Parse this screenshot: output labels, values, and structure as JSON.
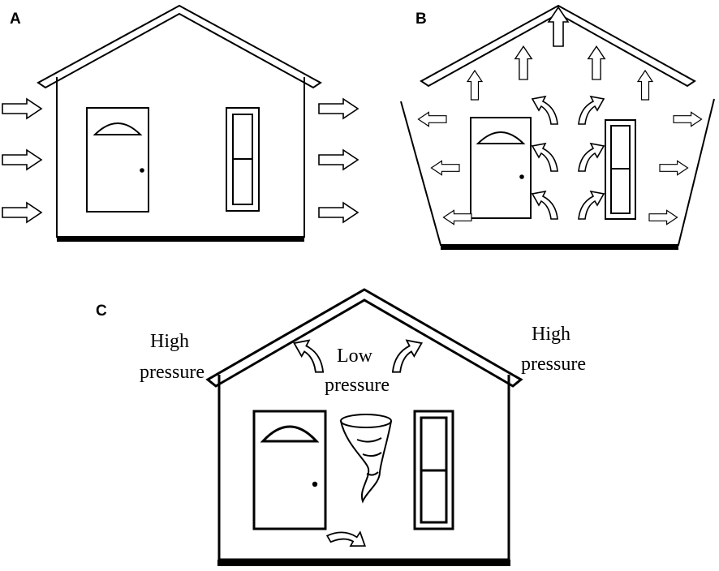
{
  "panels": {
    "a": {
      "label": "A"
    },
    "b": {
      "label": "B"
    },
    "c": {
      "label": "C"
    }
  },
  "annotations": {
    "high_left": [
      "High",
      "pressure"
    ],
    "low_center": [
      "Low",
      "pressure"
    ],
    "high_right": [
      "High",
      "pressure"
    ]
  }
}
